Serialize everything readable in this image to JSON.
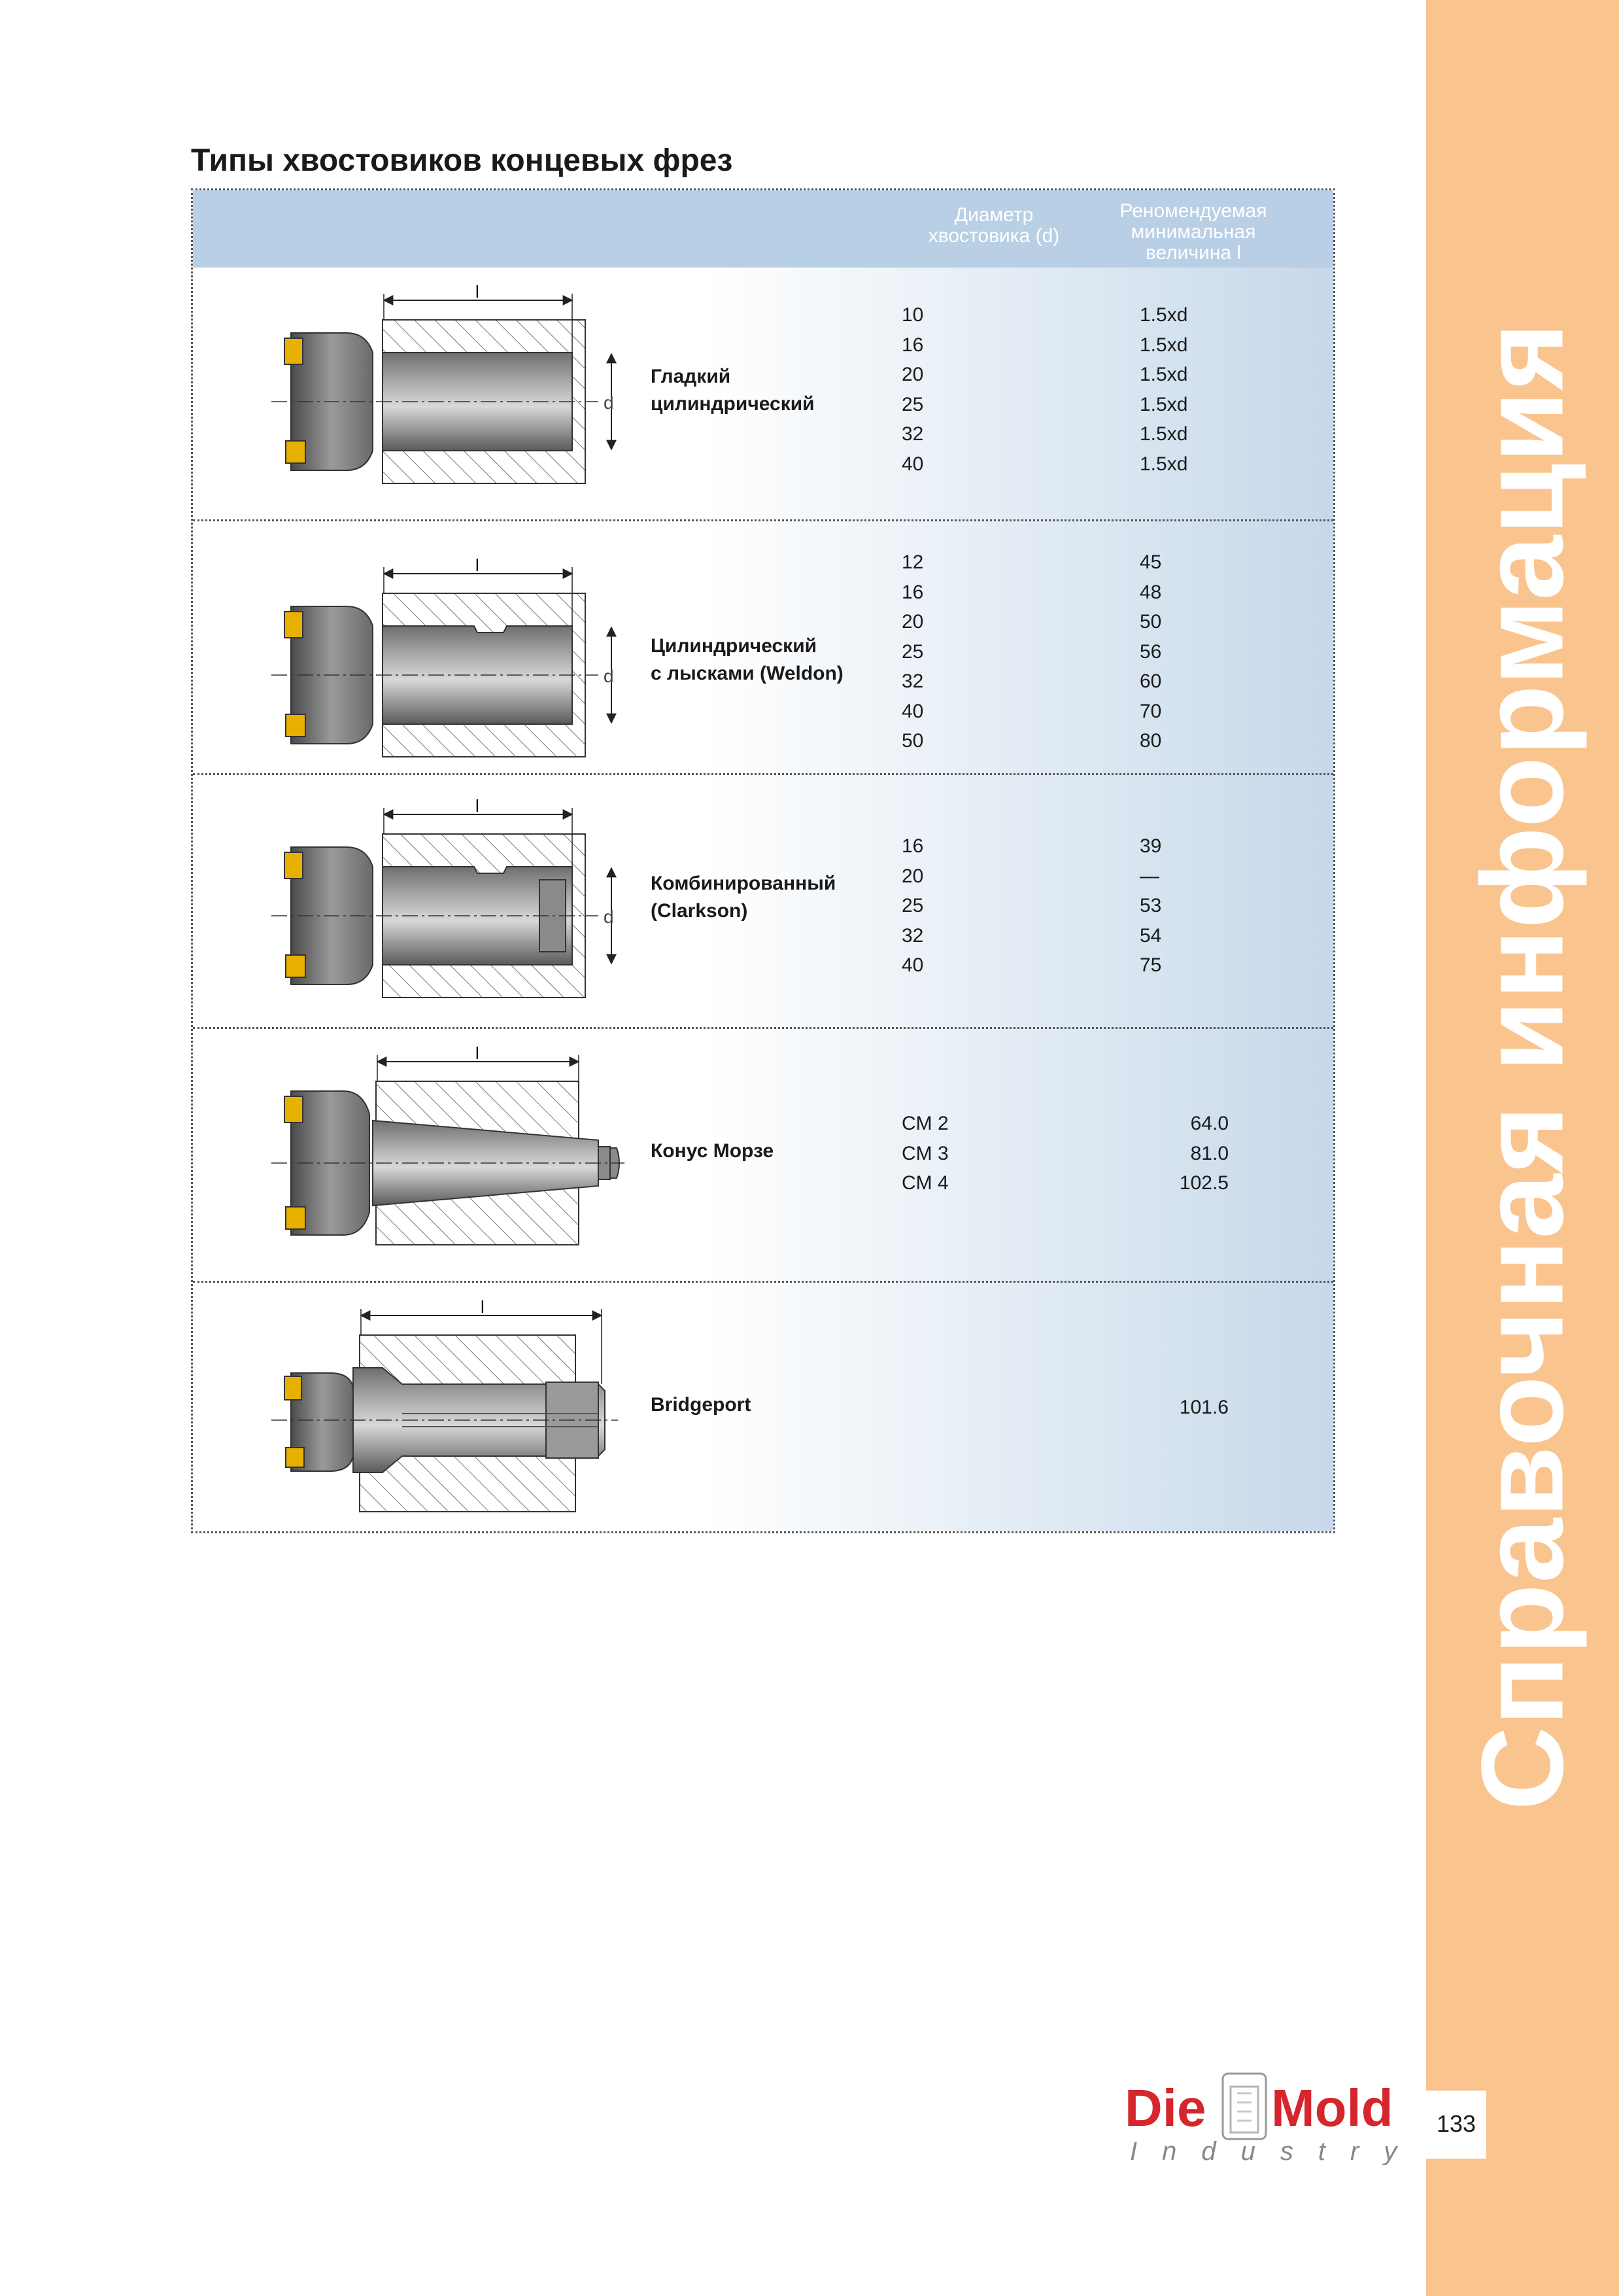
{
  "page_title": "Типы хвостовиков концевых фрез",
  "sidebar_title": "Справочная информация",
  "table_header": {
    "diameter": [
      "Диаметр",
      "хвостовика (d)"
    ],
    "recommended": [
      "Реномендуемая",
      "минимальная",
      "величина l"
    ]
  },
  "drawing_labels": {
    "length": "l",
    "diameter": "d"
  },
  "rows": [
    {
      "label": [
        "Гладкий",
        "цилиндрический"
      ],
      "diameters": [
        "10",
        "16",
        "20",
        "25",
        "32",
        "40"
      ],
      "lengths": [
        "1.5xd",
        "1.5xd",
        "1.5xd",
        "1.5xd",
        "1.5xd",
        "1.5xd"
      ]
    },
    {
      "label": [
        "Цилиндрический",
        "с лысками (Weldon)"
      ],
      "diameters": [
        "12",
        "16",
        "20",
        "25",
        "32",
        "40",
        "50"
      ],
      "lengths": [
        "45",
        "48",
        "50",
        "56",
        "60",
        "70",
        "80"
      ]
    },
    {
      "label": [
        "Комбинированный",
        "(Clarkson)"
      ],
      "diameters": [
        "16",
        "20",
        "25",
        "32",
        "40"
      ],
      "lengths": [
        "39",
        "—",
        "53",
        "54",
        "75"
      ]
    },
    {
      "label": [
        "Конус Морзе"
      ],
      "diameters": [
        "CM 2",
        "CM 3",
        "CM 4"
      ],
      "lengths": [
        "64.0",
        "81.0",
        "102.5"
      ]
    },
    {
      "label": [
        "Bridgeport"
      ],
      "diameters": [],
      "lengths": [
        "101.6"
      ]
    }
  ],
  "logo": {
    "word1": "Die",
    "word2": "Mold",
    "sub": "Industry"
  },
  "page_number": "133",
  "colors": {
    "sidebar": "#f9c48e",
    "header": "#b9cfe5",
    "logo_red": "#d4262c"
  }
}
